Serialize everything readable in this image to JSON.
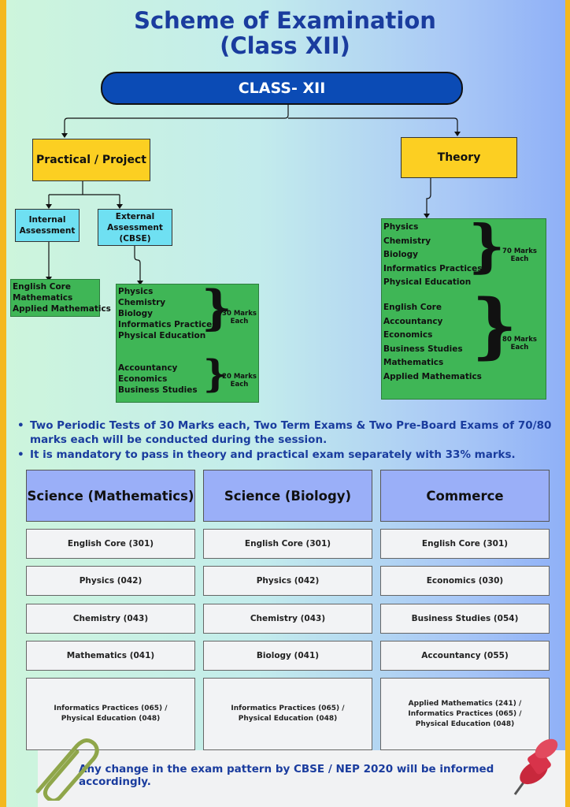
{
  "title_line1": "Scheme of Examination",
  "title_line2": "(Class XII)",
  "class_label": "CLASS- XII",
  "practical_label": "Practical / Project",
  "theory_label": "Theory",
  "internal": {
    "line1": "Internal",
    "line2": "Assessment"
  },
  "external": {
    "line1": "External",
    "line2": "Assessment",
    "line3": "(CBSE)"
  },
  "internal_subjects": [
    "English Core",
    "Mathematics",
    "Applied Mathematics"
  ],
  "external_group1": {
    "subjects": [
      "Physics",
      "Chemistry",
      "Biology",
      "Informatics Practices",
      "Physical Education"
    ],
    "marks_line1": "30 Marks",
    "marks_line2": "Each"
  },
  "external_group2": {
    "subjects": [
      "Accountancy",
      "Economics",
      "Business Studies"
    ],
    "marks_line1": "20 Marks",
    "marks_line2": "Each"
  },
  "theory_group1": {
    "subjects": [
      "Physics",
      "Chemistry",
      "Biology",
      "Informatics Practices",
      "Physical Education"
    ],
    "marks_line1": "70 Marks",
    "marks_line2": "Each"
  },
  "theory_group2": {
    "subjects": [
      "English Core",
      "Accountancy",
      "Economics",
      "Business Studies",
      "Mathematics",
      "Applied Mathematics"
    ],
    "marks_line1": "80 Marks",
    "marks_line2": "Each"
  },
  "bullets": [
    "Two Periodic Tests of 30 Marks each, Two Term Exams & Two Pre-Board Exams of 70/80 marks each will be conducted during the session.",
    "It is mandatory to pass in theory and practical exam separately with 33% marks."
  ],
  "streams": [
    {
      "name": "Science (Mathematics)",
      "subjects": [
        "English Core (301)",
        "Physics (042)",
        "Chemistry (043)",
        "Mathematics (041)"
      ],
      "last": [
        "Informatics Practices (065) /",
        "Physical Education (048)"
      ]
    },
    {
      "name": "Science (Biology)",
      "subjects": [
        "English Core (301)",
        "Physics (042)",
        "Chemistry (043)",
        "Biology (041)"
      ],
      "last": [
        "Informatics Practices (065) /",
        "Physical Education (048)"
      ]
    },
    {
      "name": "Commerce",
      "subjects": [
        "English Core (301)",
        "Economics (030)",
        "Business Studies (054)",
        "Accountancy (055)"
      ],
      "last": [
        "Applied Mathematics (241) /",
        "Informatics Practices (065) /",
        "Physical Education (048)"
      ]
    }
  ],
  "notice": "Any change in the exam pattern by CBSE / NEP 2020 will be informed accordingly.",
  "colors": {
    "title": "#1a3c9e",
    "class_bar": "#0b4bb5",
    "yellow": "#fccf22",
    "cyan": "#6fe0f2",
    "green": "#3fb656",
    "stream_header": "#9aaff8",
    "border_gold": "#f4b81e"
  }
}
